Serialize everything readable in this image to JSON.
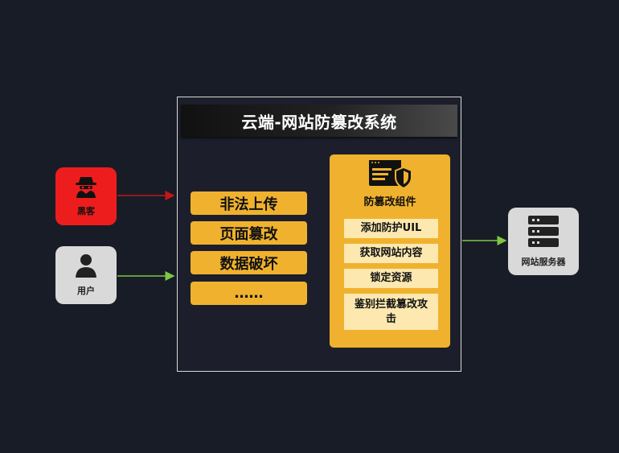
{
  "system": {
    "title": "云端-网站防篡改系统",
    "attacks": [
      "非法上传",
      "页面篡改",
      "数据破坏",
      "……"
    ],
    "component": {
      "title": "防篡改组件",
      "features": [
        "添加防护UIL",
        "获取网站内容",
        "锁定资源",
        "鉴别拦截篡改攻击"
      ]
    }
  },
  "actors": {
    "hacker": "黑客",
    "user": "用户",
    "server": "网站服务器"
  },
  "colors": {
    "background": "#181c27",
    "hacker_box": "#ee1d1d",
    "accent_orange": "#f0b22e",
    "feature_bg": "#fde8b0",
    "arrow_green": "#7dc743",
    "arrow_red": "#c01818"
  },
  "icons": {
    "hacker": "hacker-icon",
    "user": "user-icon",
    "server": "server-icon",
    "component": "shield-monitor-icon"
  }
}
